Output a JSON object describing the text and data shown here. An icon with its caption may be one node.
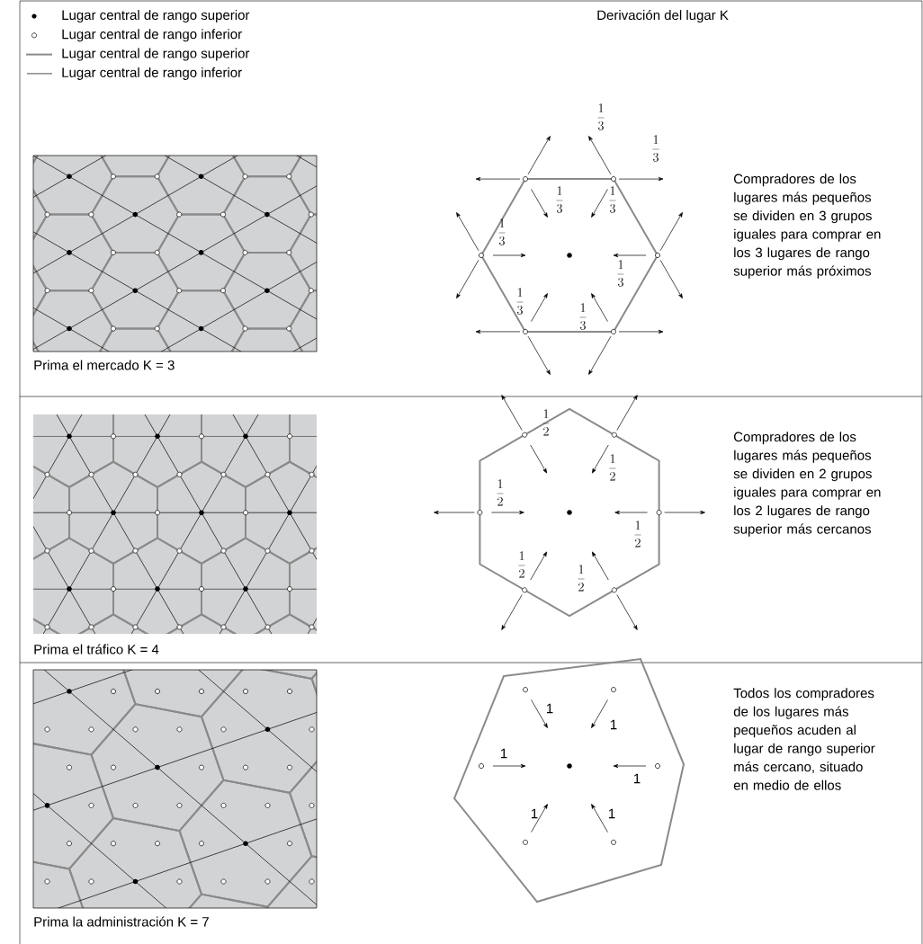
{
  "diagram": {
    "title": "Derivación del lugar K",
    "labels": [
      "\\frac{1}{3}",
      "\\frac{1}{3}",
      "\\frac{1}{3}",
      "\\frac{1}{3}",
      "\\frac{1}{3}",
      "\\frac{1}{3}",
      "\\frac{1}{3}",
      "\\frac{1}{3}",
      "Compradores de los lugares más pequeños se dividen en 3 grupos iguales para comprar en los 3 lugares de rango superior más próximos",
      "Prima el mercado K = 3",
      "\\frac{1}{2}",
      "\\frac{1}{2}",
      "\\frac{1}{2}",
      "\\frac{1}{2}",
      "\\frac{1}{2}",
      "\\frac{1}{2}",
      "Compradores de los lugares más pequeños se dividen en 2 grupos iguales para comprar en los 2 lugares de rango superior más cercanos",
      "Prima el tráfico K = 4",
      "1",
      "1",
      "1",
      "1",
      "1",
      "1",
      "Todos los compradores de los lugares más pequeños acuden al lugar de rango superior más cercano, situado en medio de ellos",
      "Prima la administración K = 7"
    ],
    "legend": [
      {
        "text": "Lugar central de rango superior"
      },
      {
        "text": "Lugar central de rango inferior"
      },
      {
        "text": "Lugar central de rango superior"
      },
      {
        "text": "Lugar central de rango inferior"
      }
    ]
  }
}
